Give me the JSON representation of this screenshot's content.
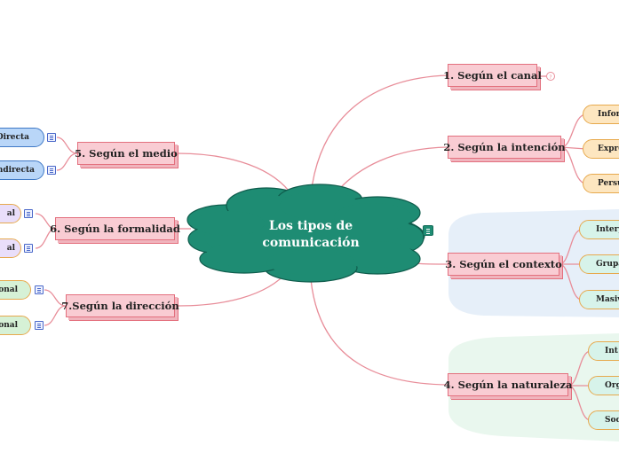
{
  "center": {
    "line1": "Los tipos de",
    "line2": "comunicación"
  },
  "branches": {
    "canal": "1. Según el canal",
    "intencion": "2. Según la intención",
    "contexto": "3. Según el contexto",
    "naturaleza": "4. Según la naturaleza",
    "medio": "5. Según el medio",
    "formalidad": "6. Según la formalidad",
    "direccion": "7.Según la dirección"
  },
  "intencion_children": [
    "Infor",
    "Expre",
    "Persu"
  ],
  "contexto_children": [
    "Interp",
    "Grupa",
    "Masiv"
  ],
  "naturaleza_children": [
    "Int",
    "Org",
    "Soc"
  ],
  "medio_children": [
    "Directa",
    "Indirecta"
  ],
  "formalidad_children": [
    "al",
    "al"
  ],
  "direccion_children": [
    "onal",
    "onal"
  ],
  "colors": {
    "cloud": "#1e8c73",
    "branch_fill": "#f9ccd3",
    "branch_border": "#e3707e",
    "line": "#e88d99"
  }
}
